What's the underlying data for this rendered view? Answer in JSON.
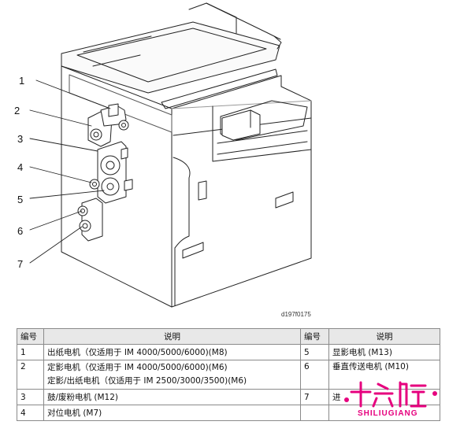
{
  "callouts": [
    "1",
    "2",
    "3",
    "4",
    "5",
    "6",
    "7"
  ],
  "figure_id": "d197f0175",
  "table": {
    "headers": [
      "编号",
      "说明",
      "编号",
      "说明"
    ],
    "rows": [
      {
        "left_no": "1",
        "left_desc": [
          "出纸电机（仅适用于 IM 4000/5000/6000)(M8)"
        ],
        "right_no": "5",
        "right_desc": "显影电机 (M13)"
      },
      {
        "left_no": "2",
        "left_desc": [
          "定影电机（仅适用于 IM 4000/5000/6000)(M6)",
          "定影/出纸电机（仅适用于 IM 2500/3000/3500)(M6)"
        ],
        "right_no": "6",
        "right_desc": "垂直传送电机 (M10)"
      },
      {
        "left_no": "3",
        "left_desc": [
          "鼓/废粉电机 (M12)"
        ],
        "right_no": "7",
        "right_desc": "进"
      },
      {
        "left_no": "4",
        "left_desc": [
          "对位电机 (M7)"
        ],
        "right_no": "",
        "right_desc": ""
      }
    ]
  },
  "watermark": {
    "logo_text": "十六腔",
    "sub_text": "SHILIUGIANG",
    "color": "#e6007e"
  }
}
